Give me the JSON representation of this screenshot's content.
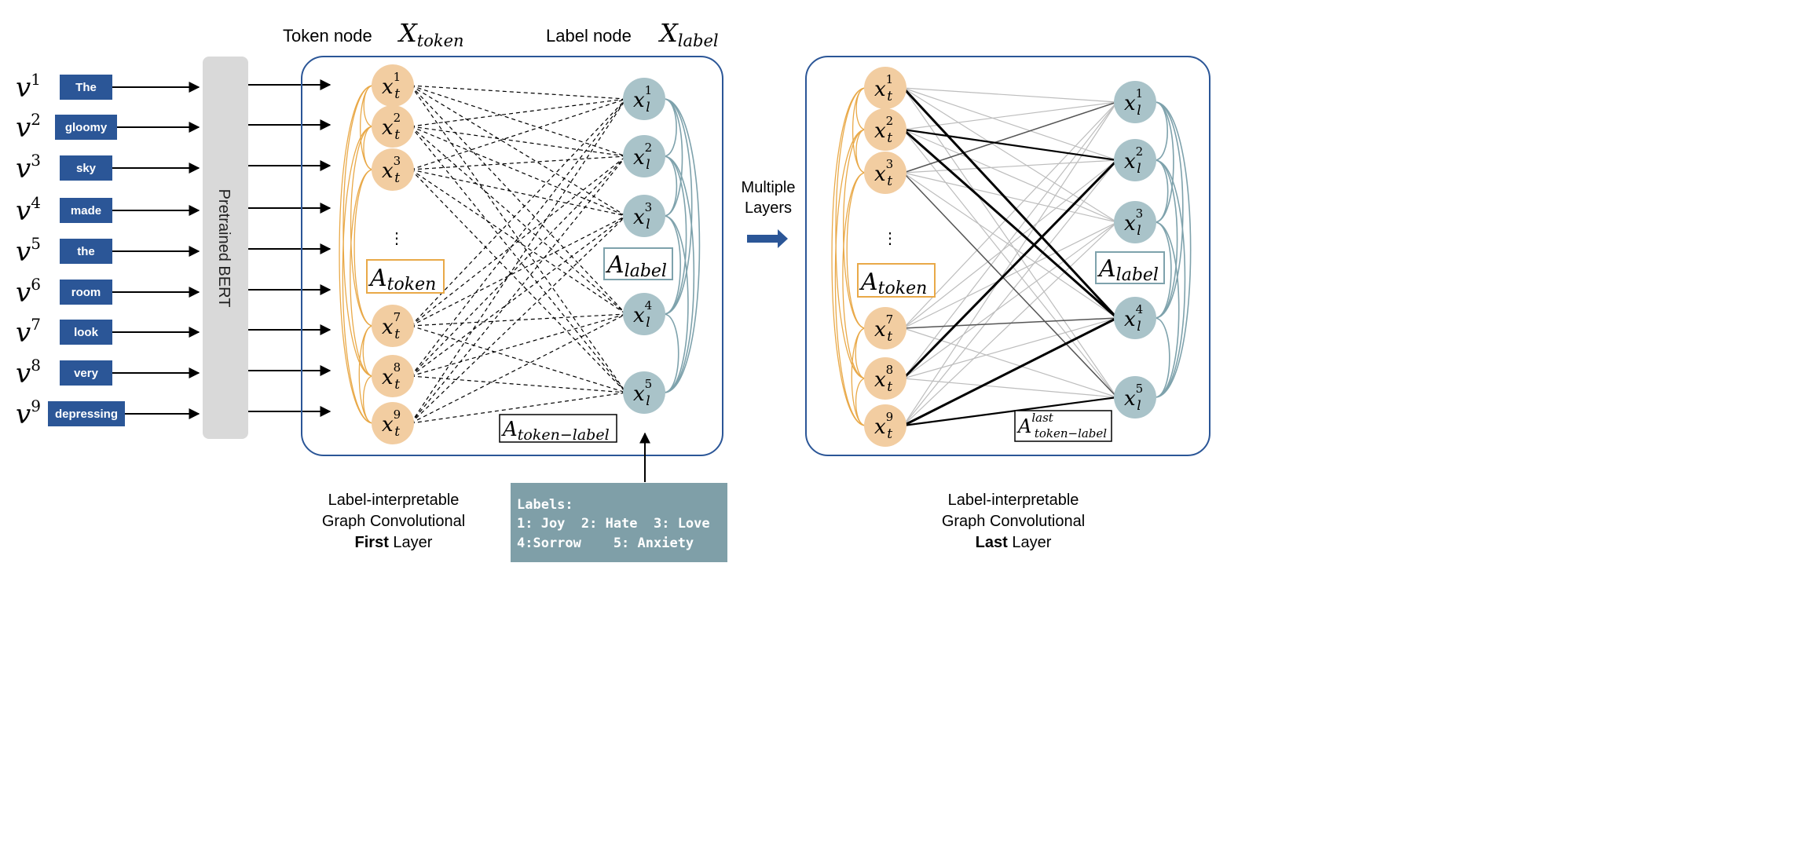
{
  "words": [
    "The",
    "gloomy",
    "sky",
    "made",
    "the",
    "room",
    "look",
    "very",
    "depressing"
  ],
  "word_var": "v",
  "word_sups": [
    "1",
    "2",
    "3",
    "4",
    "5",
    "6",
    "7",
    "8",
    "9"
  ],
  "bert_label": "Pretrained BERT",
  "token_header": "Token node",
  "token_header_math": {
    "base": "X",
    "sub": "token"
  },
  "label_header": "Label node",
  "label_header_math": {
    "base": "X",
    "sub": "label"
  },
  "token_nodes": [
    {
      "base": "x",
      "sup": "1",
      "sub": "t"
    },
    {
      "base": "x",
      "sup": "2",
      "sub": "t"
    },
    {
      "base": "x",
      "sup": "3",
      "sub": "t"
    },
    {
      "base": "x",
      "sup": "7",
      "sub": "t"
    },
    {
      "base": "x",
      "sup": "8",
      "sub": "t"
    },
    {
      "base": "x",
      "sup": "9",
      "sub": "t"
    }
  ],
  "label_nodes": [
    {
      "base": "x",
      "sup": "1",
      "sub": "l"
    },
    {
      "base": "x",
      "sup": "2",
      "sub": "l"
    },
    {
      "base": "x",
      "sup": "3",
      "sub": "l"
    },
    {
      "base": "x",
      "sup": "4",
      "sub": "l"
    },
    {
      "base": "x",
      "sup": "5",
      "sub": "l"
    }
  ],
  "ellipsis": "⋮",
  "a_token": {
    "base": "A",
    "sub": "token"
  },
  "a_label": {
    "base": "A",
    "sub": "label"
  },
  "a_token_label": {
    "base": "A",
    "sub": "token−label"
  },
  "a_token_label_last": {
    "base": "A",
    "sup": "last",
    "sub": "token−label"
  },
  "multiple_layers": [
    "Multiple",
    "Layers"
  ],
  "labels_box": {
    "title": "Labels:",
    "line1": "1: Joy  2: Hate  3: Love",
    "line2": "4:Sorrow    5: Anxiety"
  },
  "first_caption": {
    "line1": "Label-interpretable",
    "line2": "Graph Convolutional",
    "bold": "First",
    "rest": " Layer"
  },
  "last_caption": {
    "line1": "Label-interpretable",
    "line2": "Graph Convolutional",
    "bold": "Last",
    "rest": " Layer"
  },
  "colors": {
    "word_box": "#2b5697",
    "token_node": "#f2cda1",
    "label_node": "#a9c3c9",
    "token_arc": "#e9a948",
    "label_arc": "#7ea2ac",
    "panel_border": "#2b5697",
    "labels_box": "#7f9fa8",
    "bert_bar": "#d9d9d9",
    "arrow_fat": "#2b5697"
  }
}
